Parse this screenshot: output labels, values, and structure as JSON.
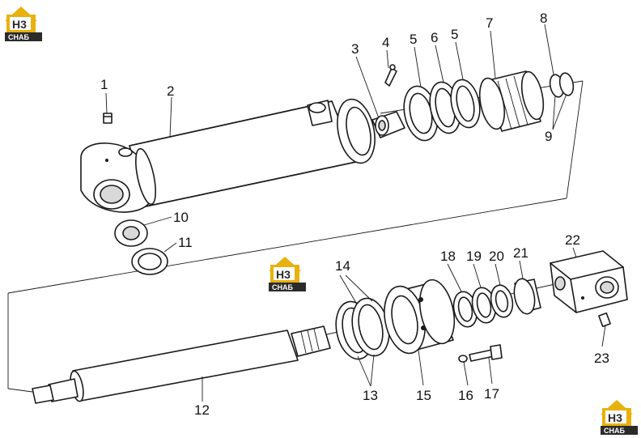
{
  "logo": {
    "badge_text": "H3",
    "word_text": "CHAБ",
    "colors": {
      "gold": "#e9b10e",
      "dark": "#2b2b2b",
      "white": "#ffffff"
    }
  },
  "callouts": [
    "1",
    "2",
    "3",
    "4",
    "5",
    "6",
    "5",
    "7",
    "8",
    "9",
    "10",
    "11",
    "14",
    "18",
    "19",
    "20",
    "21",
    "22",
    "23",
    "17",
    "16",
    "15",
    "13",
    "12"
  ]
}
